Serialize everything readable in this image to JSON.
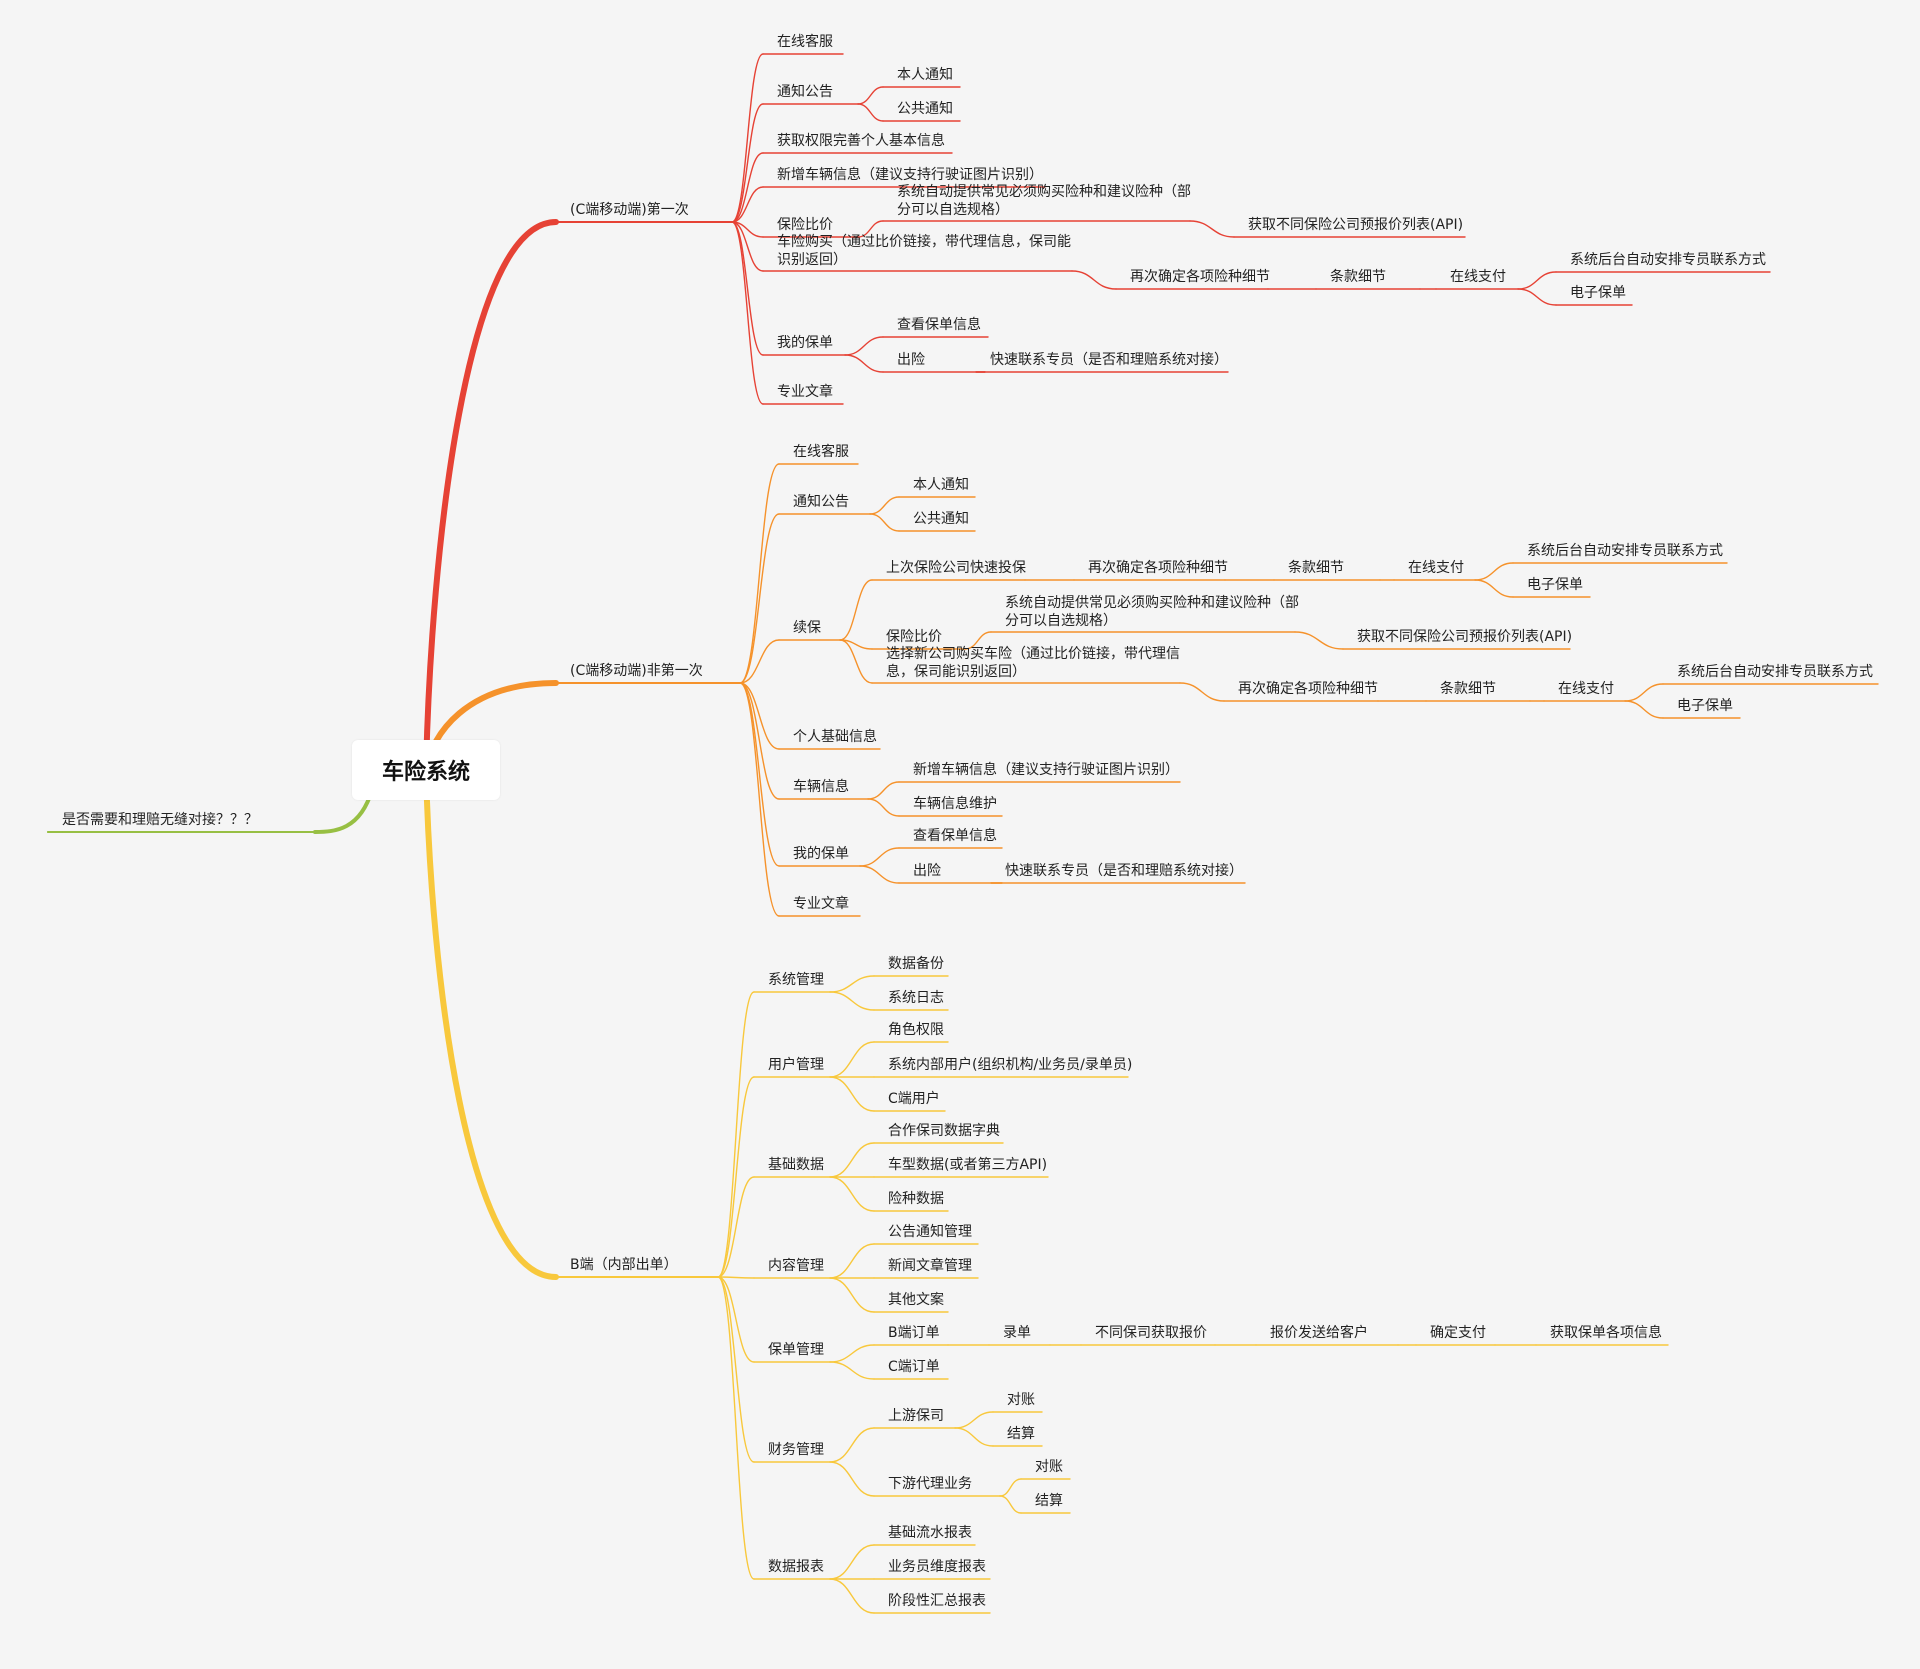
{
  "root": {
    "label": "车险系统"
  },
  "colors": {
    "red": "#e64235",
    "orange": "#f5922b",
    "yellow": "#f8c83c",
    "green": "#97bf43"
  },
  "branches": {
    "c_first": {
      "label": "(C端移动端)第一次",
      "online_service": "在线客服",
      "notice": {
        "label": "通知公告",
        "personal": "本人通知",
        "public": "公共通知"
      },
      "get_permission": "获取权限完善个人基本信息",
      "add_vehicle": "新增车辆信息（建议支持行驶证图片识别）",
      "compare": {
        "label": "保险比价",
        "auto_provide": "系统自动提供常见必须购买险种和建议险种（部分可以自选规格）",
        "quote_list": "获取不同保险公司预报价列表(API)"
      },
      "purchase": {
        "label": "车险购买（通过比价链接，带代理信息，保司能识别返回）",
        "confirm": "再次确定各项险种细节",
        "terms": "条款细节",
        "pay": "在线支付",
        "assign": "系统后台自动安排专员联系方式",
        "epolicy": "电子保单"
      },
      "my_policy": {
        "label": "我的保单",
        "view": "查看保单信息",
        "claim": "出险",
        "contact": "快速联系专员（是否和理赔系统对接）"
      },
      "articles": "专业文章"
    },
    "c_repeat": {
      "label": "(C端移动端)非第一次",
      "online_service": "在线客服",
      "notice": {
        "label": "通知公告",
        "personal": "本人通知",
        "public": "公共通知"
      },
      "renew": {
        "label": "续保",
        "quick": {
          "label": "上次保险公司快速投保",
          "confirm": "再次确定各项险种细节",
          "terms": "条款细节",
          "pay": "在线支付",
          "assign": "系统后台自动安排专员联系方式",
          "epolicy": "电子保单"
        },
        "compare": {
          "label": "保险比价",
          "auto_provide": "系统自动提供常见必须购买险种和建议险种（部分可以自选规格）",
          "quote_list": "获取不同保险公司预报价列表(API)"
        },
        "new_company": {
          "label": "选择新公司购买车险（通过比价链接，带代理信息，保司能识别返回）",
          "confirm": "再次确定各项险种细节",
          "terms": "条款细节",
          "pay": "在线支付",
          "assign": "系统后台自动安排专员联系方式",
          "epolicy": "电子保单"
        }
      },
      "personal_info": "个人基础信息",
      "vehicle": {
        "label": "车辆信息",
        "add": "新增车辆信息（建议支持行驶证图片识别）",
        "maintain": "车辆信息维护"
      },
      "my_policy": {
        "label": "我的保单",
        "view": "查看保单信息",
        "claim": "出险",
        "contact": "快速联系专员（是否和理赔系统对接）"
      },
      "articles": "专业文章"
    },
    "b_side": {
      "label": "B端（内部出单）",
      "system": {
        "label": "系统管理",
        "backup": "数据备份",
        "log": "系统日志"
      },
      "user": {
        "label": "用户管理",
        "role": "角色权限",
        "internal": "系统内部用户(组织机构/业务员/录单员)",
        "c_user": "C端用户"
      },
      "base_data": {
        "label": "基础数据",
        "partner": "合作保司数据字典",
        "model": "车型数据(或者第三方API)",
        "insurance": "险种数据"
      },
      "content": {
        "label": "内容管理",
        "notice": "公告通知管理",
        "news": "新闻文章管理",
        "other": "其他文案"
      },
      "policy": {
        "label": "保单管理",
        "b_order": "B端订单",
        "entry": "录单",
        "get_quote": "不同保司获取报价",
        "send_quote": "报价发送给客户",
        "confirm_pay": "确定支付",
        "get_info": "获取保单各项信息",
        "c_order": "C端订单"
      },
      "finance": {
        "label": "财务管理",
        "upstream": {
          "label": "上游保司",
          "reconcile": "对账",
          "settle": "结算"
        },
        "downstream": {
          "label": "下游代理业务",
          "reconcile": "对账",
          "settle": "结算"
        }
      },
      "reports": {
        "label": "数据报表",
        "flow": "基础流水报表",
        "salesman": "业务员维度报表",
        "summary": "阶段性汇总报表"
      }
    },
    "claim_question": {
      "label": "是否需要和理赔无缝对接？？？"
    }
  }
}
